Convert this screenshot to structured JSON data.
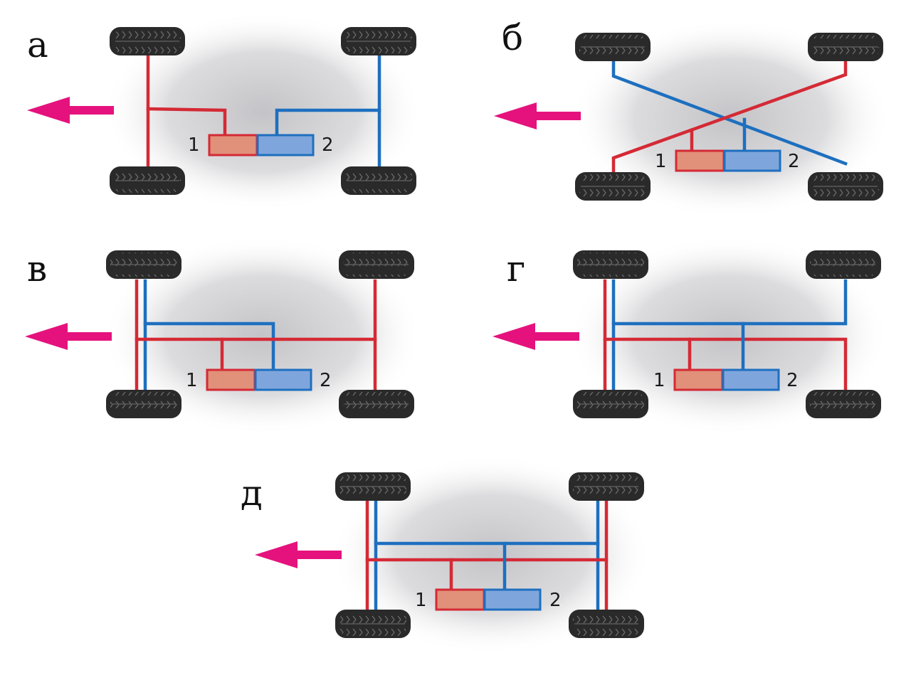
{
  "colors": {
    "circuit_1": "#d42a35",
    "circuit_2": "#1e6fbf",
    "cylinder_1_fill": "#e1907a",
    "cylinder_2_fill": "#7fa6dc",
    "arrow": "#e5127d",
    "tyre": "#2a2a2a",
    "body_center": "#c4c4c8",
    "body_edge": "#ffffff"
  },
  "icons": {
    "wheel": "tyre-icon",
    "direction": "arrow-left-icon"
  },
  "schemes": [
    {
      "letter": "а",
      "layout": "front-rear-split",
      "circuit_1_label": "1",
      "circuit_2_label": "2"
    },
    {
      "letter": "б",
      "layout": "diagonal-split",
      "circuit_1_label": "1",
      "circuit_2_label": "2"
    },
    {
      "letter": "в",
      "layout": "front-dual-rear-single",
      "circuit_1_label": "1",
      "circuit_2_label": "2"
    },
    {
      "letter": "г",
      "layout": "front-dual-rear-split",
      "circuit_1_label": "1",
      "circuit_2_label": "2"
    },
    {
      "letter": "д",
      "layout": "all-wheels-dual",
      "circuit_1_label": "1",
      "circuit_2_label": "2"
    }
  ]
}
